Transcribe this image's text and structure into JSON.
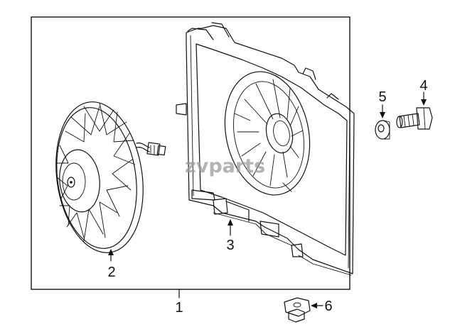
{
  "watermark": "zvparts",
  "callouts": {
    "assembly": "1",
    "fan_motor": "2",
    "shroud": "3",
    "bolt": "4",
    "washer": "5",
    "nut": "6"
  }
}
